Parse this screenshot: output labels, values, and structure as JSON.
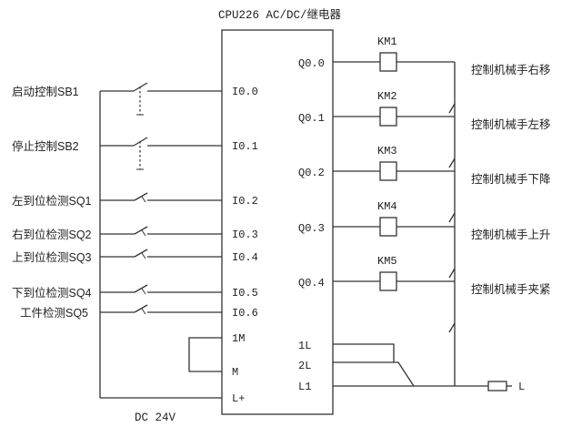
{
  "title": "CPU226 AC/DC/继电器",
  "power_label": "DC 24V",
  "inputs": [
    {
      "label": "启动控制SB1",
      "terminal": "I0.0",
      "type": "button"
    },
    {
      "label": "停止控制SB2",
      "terminal": "I0.1",
      "type": "button"
    },
    {
      "label": "左到位检测SQ1",
      "terminal": "I0.2",
      "type": "limit"
    },
    {
      "label": "右到位检测SQ2",
      "terminal": "I0.3",
      "type": "limit"
    },
    {
      "label": "上到位检测SQ3",
      "terminal": "I0.4",
      "type": "limit"
    },
    {
      "label": "下到位检测SQ4",
      "terminal": "I0.5",
      "type": "limit"
    },
    {
      "label": "工件检测SQ5",
      "terminal": "I0.6",
      "type": "limit"
    }
  ],
  "common_terminals": [
    "1M",
    "M",
    "L+"
  ],
  "outputs": [
    {
      "terminal": "Q0.0",
      "coil": "KM1",
      "desc": "控制机械手右移"
    },
    {
      "terminal": "Q0.1",
      "coil": "KM2",
      "desc": "控制机械手左移"
    },
    {
      "terminal": "Q0.2",
      "coil": "KM3",
      "desc": "控制机械手下降"
    },
    {
      "terminal": "Q0.3",
      "coil": "KM4",
      "desc": "控制机械手上升"
    },
    {
      "terminal": "Q0.4",
      "coil": "KM5",
      "desc": "控制机械手夹紧"
    }
  ],
  "power_terminals": [
    "1L",
    "2L",
    "L1"
  ],
  "supply_label": "L"
}
